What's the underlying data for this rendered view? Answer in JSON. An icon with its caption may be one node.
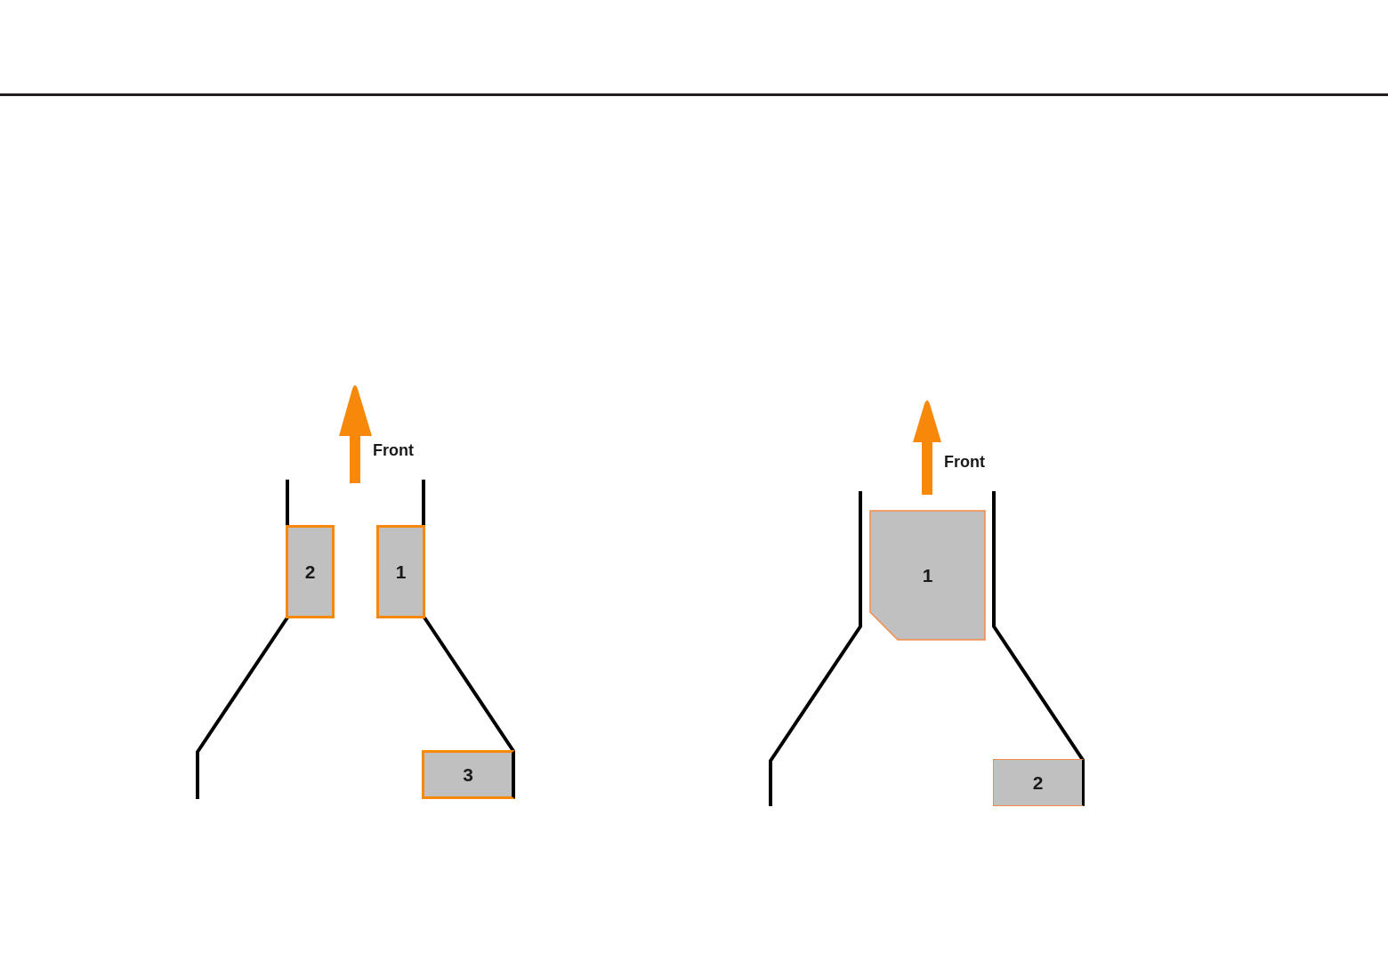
{
  "diagram": {
    "nodes": [
      {
        "text": [
          "2"
        ]
      },
      {
        "text": [
          "1"
        ]
      },
      {
        "text": [
          "3"
        ]
      },
      {
        "text": [
          "1"
        ]
      },
      {
        "text": [
          "2"
        ]
      }
    ],
    "labels": [
      "Front",
      "Front"
    ]
  }
}
